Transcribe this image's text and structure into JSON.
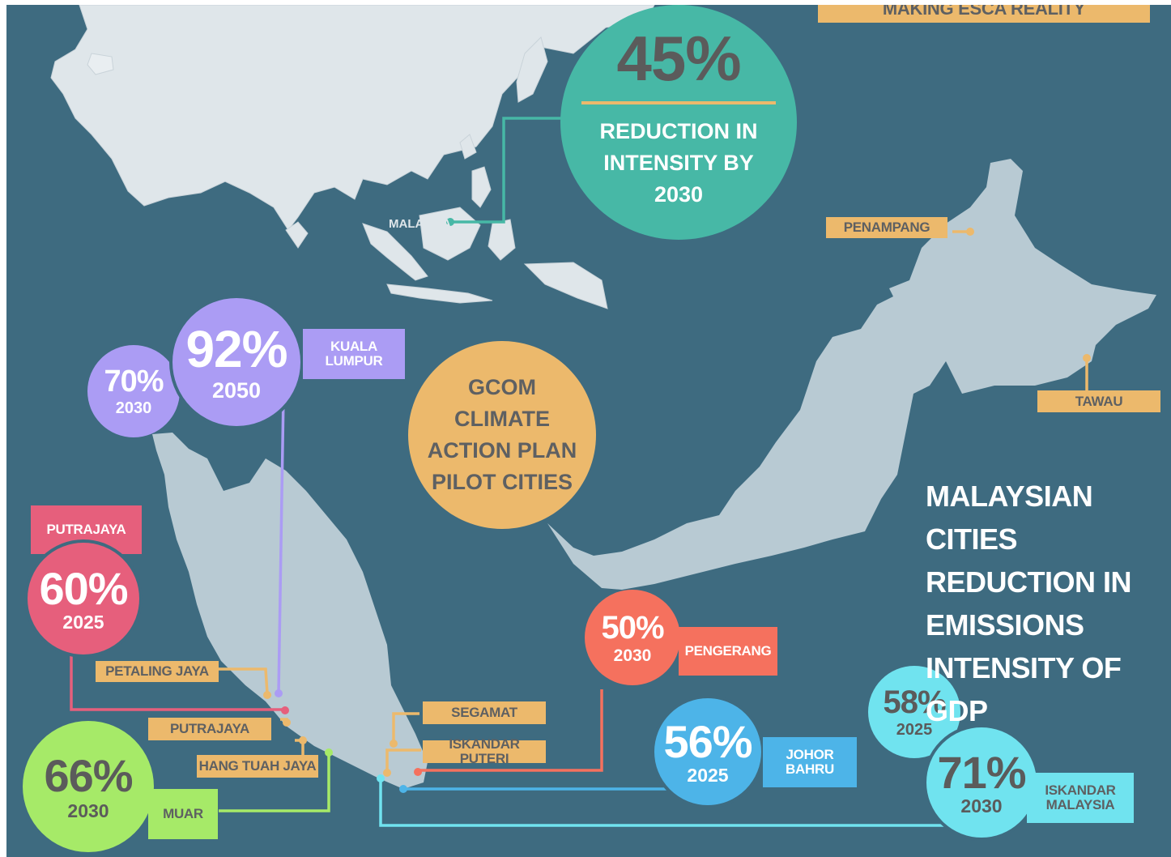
{
  "banner": {
    "text": "MAKING ESCA REALITY"
  },
  "headline": {
    "percent": "45%",
    "lines": [
      "REDUCTION IN",
      "INTENSITY BY",
      "2030"
    ],
    "country_label": "MALAYSIA"
  },
  "center_badge": {
    "lines": [
      "GCOM",
      "CLIMATE",
      "ACTION PLAN",
      "PILOT CITIES"
    ]
  },
  "title": {
    "lines": [
      "MALAYSIAN CITIES",
      "REDUCTION IN",
      "EMISSIONS",
      "INTENSITY OF GDP"
    ]
  },
  "cities": {
    "kuala_lumpur": {
      "name_lines": [
        "KUALA",
        "LUMPUR"
      ],
      "big_pct": "92%",
      "big_year": "2050",
      "small_pct": "70%",
      "small_year": "2030"
    },
    "putrajaya": {
      "name": "PUTRAJAYA",
      "pct": "60%",
      "year": "2025",
      "map_label": "PUTRAJAYA"
    },
    "petaling_jaya": {
      "name": "PETALING JAYA"
    },
    "hang_tuah_jaya": {
      "name": "HANG TUAH JAYA"
    },
    "muar": {
      "name": "MUAR",
      "pct": "66%",
      "year": "2030"
    },
    "segamat": {
      "name": "SEGAMAT"
    },
    "iskandar_puteri": {
      "name": "ISKANDAR PUTERI"
    },
    "pengerang": {
      "name": "PENGERANG",
      "pct": "50%",
      "year": "2030"
    },
    "johor_bahru": {
      "name_lines": [
        "JOHOR",
        "BAHRU"
      ],
      "pct": "56%",
      "year": "2025"
    },
    "iskandar_malaysia": {
      "name_lines": [
        "ISKANDAR",
        "MALAYSIA"
      ],
      "big_pct": "71%",
      "big_year": "2030",
      "small_pct": "58%",
      "small_year": "2025"
    },
    "penampang": {
      "name": "PENAMPANG"
    },
    "tawau": {
      "name": "TAWAU"
    }
  },
  "colors": {
    "background": "#3e6b80",
    "land": "#b8cad3",
    "asia_land": "#dfe6ea",
    "teal": "#47b8a6",
    "orange": "#ecb96c",
    "purple": "#ab9cf4",
    "red": "#e65f7c",
    "coral": "#f5715e",
    "blue": "#4db4e8",
    "cyan": "#70e3ef",
    "green": "#a6ea68"
  }
}
